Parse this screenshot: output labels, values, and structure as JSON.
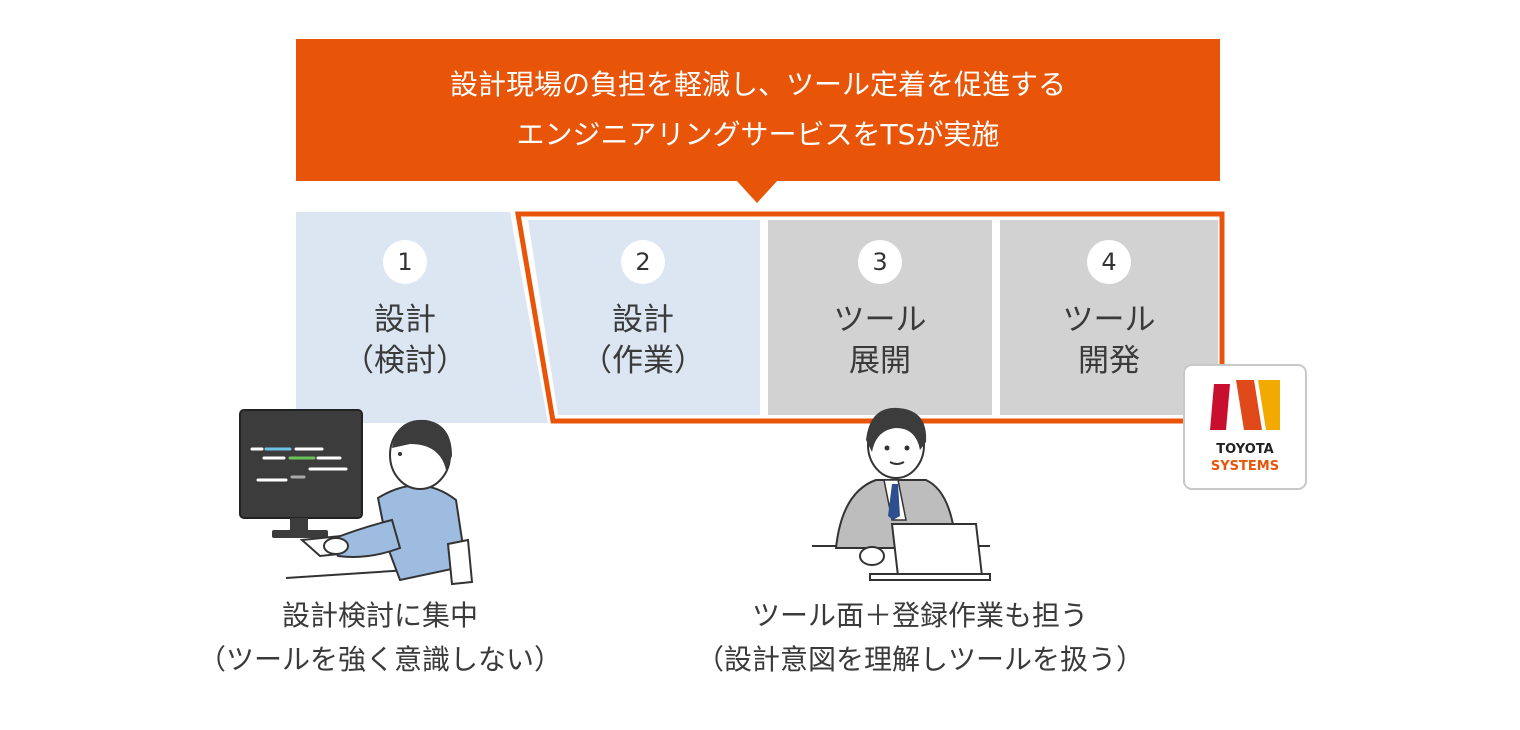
{
  "banner": {
    "line1": "設計現場の負担を軽減し、ツール定着を促進する",
    "line2": "エンジニアリングサービスをTSが実施"
  },
  "steps": [
    {
      "num": "1",
      "line1": "設計",
      "line2": "（検討）"
    },
    {
      "num": "2",
      "line1": "設計",
      "line2": "（作業）"
    },
    {
      "num": "3",
      "line1": "ツール",
      "line2": "展開"
    },
    {
      "num": "4",
      "line1": "ツール",
      "line2": "開発"
    }
  ],
  "captions": {
    "left_line1": "設計検討に集中",
    "left_line2": "（ツールを強く意識しない）",
    "right_line1": "ツール面＋登録作業も担う",
    "right_line2": "（設計意図を理解しツールを扱う）"
  },
  "logo": {
    "line1": "TOYOTA",
    "line2": "SYSTEMS"
  },
  "colors": {
    "accent": "#E85508",
    "step_blue": "#DCE6F2",
    "step_gray": "#D2D2D2",
    "shirt_blue": "#9DBCE0",
    "suit_gray": "#BDBDBD"
  }
}
